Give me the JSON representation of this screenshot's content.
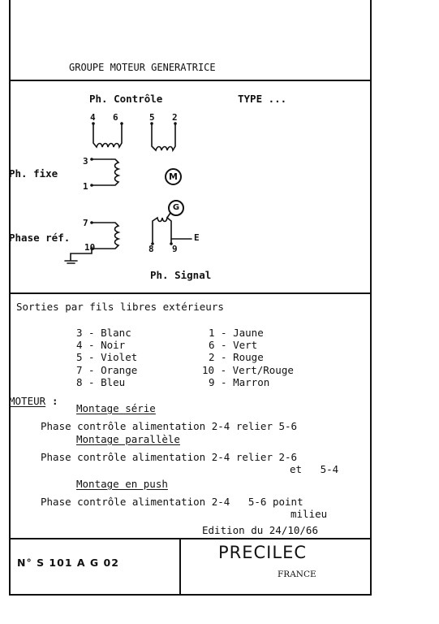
{
  "header": {
    "title": "GROUPE MOTEUR GENERATRICE"
  },
  "diagram": {
    "ph_controle": "Ph. Contrôle",
    "type": "TYPE ...",
    "ph_fixe": "Ph. fixe",
    "phase_ref": "Phase réf.",
    "ph_signal": "Ph. Signal",
    "motor_symbol": "M",
    "generator_symbol": "G",
    "pins": {
      "p4": "4",
      "p6": "6",
      "p5": "5",
      "p2": "2",
      "p3": "3",
      "p1": "1",
      "p7": "7",
      "p10": "10",
      "p8": "8",
      "p9": "9"
    },
    "earth_symbol": "E"
  },
  "sorties": {
    "title": "Sorties par fils libres extérieurs",
    "left": [
      "3 - Blanc",
      "4 - Noir",
      "5 - Violet",
      "7 - Orange",
      "8 - Bleu"
    ],
    "right": [
      "1 - Jaune",
      "6 - Vert",
      "2 - Rouge",
      "10 - Vert/Rouge",
      "9 - Marron"
    ]
  },
  "moteur": {
    "label": "MOTEUR",
    "colon": ":",
    "serie_title": "Montage série",
    "serie_text": "Phase contrôle alimentation 2-4 relier 5-6",
    "parallele_title": "Montage parallèle",
    "parallele_text": "Phase contrôle alimentation 2-4 relier 2-6",
    "parallele_text2": "et   5-4",
    "push_title": "Montage en push",
    "push_text": "Phase contrôle alimentation 2-4   5-6 point",
    "push_text2": "milieu",
    "edition": "Edition du 24/10/66"
  },
  "footer": {
    "ref_number": "N° S 101 A G 02",
    "company": "PRECILEC",
    "country": "FRANCE"
  }
}
